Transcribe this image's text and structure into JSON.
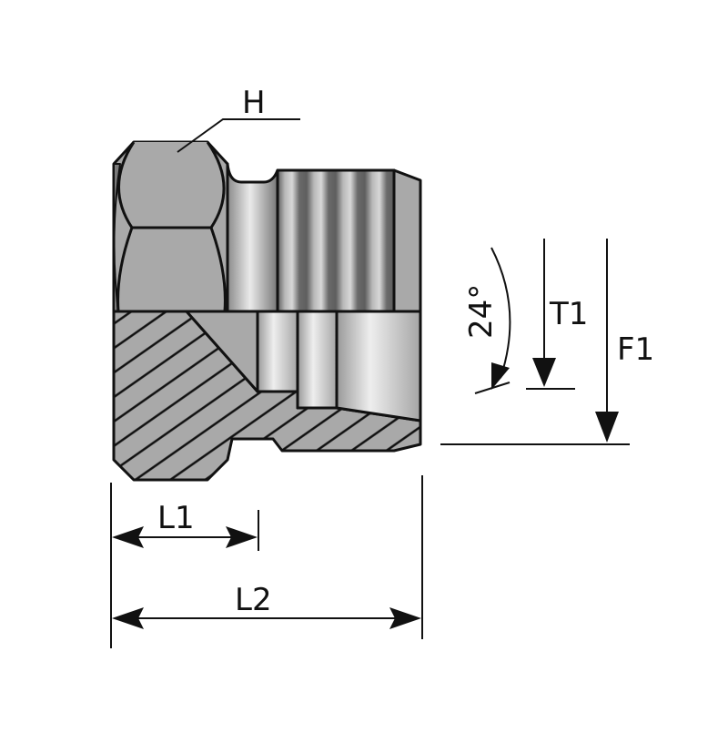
{
  "labels": {
    "hex": "H",
    "angle": "24°",
    "thread_depth": "T1",
    "face_depth": "F1",
    "length_1": "L1",
    "length_2": "L2"
  },
  "colors": {
    "body": "#a9a9a9",
    "line": "#111111",
    "thread_dark": "#6e6e6e",
    "highlight": "#e8e8e8"
  }
}
